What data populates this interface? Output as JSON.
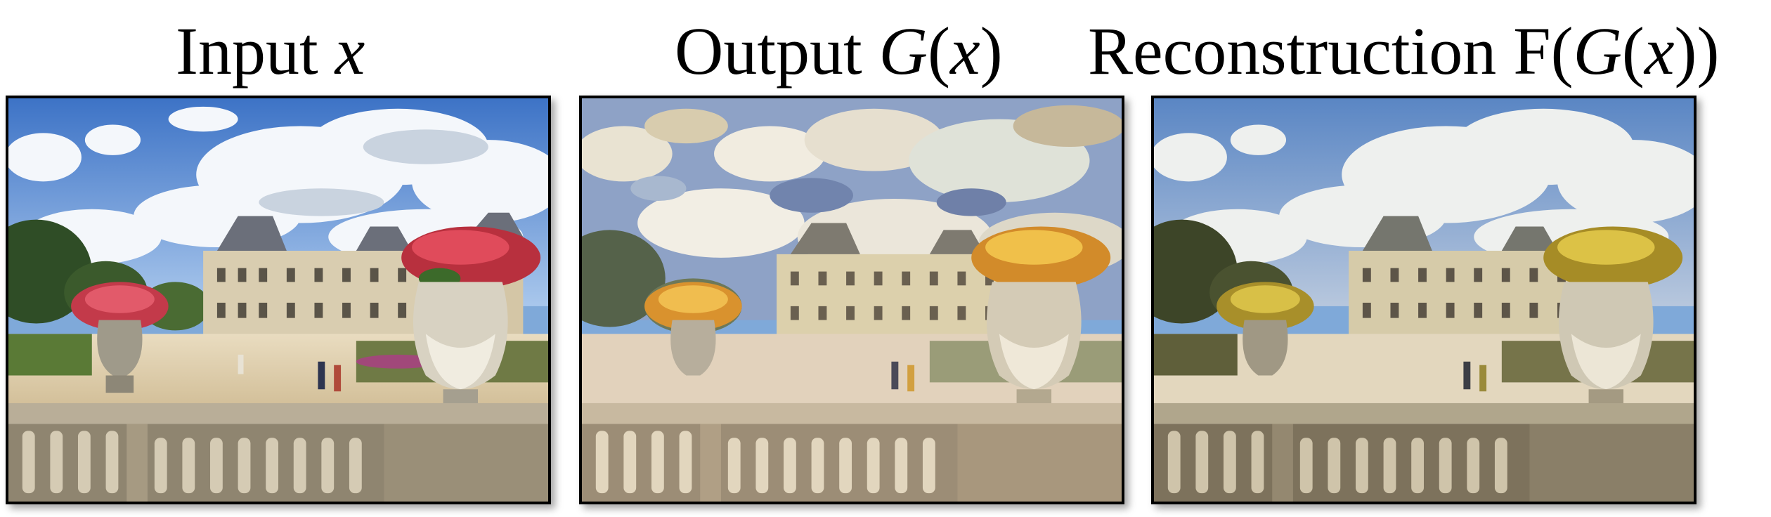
{
  "figure": {
    "panels": [
      {
        "label_prefix": "Input ",
        "label_var": "x",
        "label_suffix": ""
      },
      {
        "label_prefix": "Output ",
        "label_var": "G",
        "label_mid": "(",
        "label_var2": "x",
        "label_suffix": ")"
      },
      {
        "label_prefix": "Reconstruction F(",
        "label_var": "G",
        "label_mid": "(",
        "label_var2": "x",
        "label_suffix": "))"
      }
    ],
    "images": [
      {
        "name": "input-photo",
        "style": "photograph",
        "tone": "natural"
      },
      {
        "name": "output-painting",
        "style": "impressionist painting",
        "tone": "muted pastel"
      },
      {
        "name": "reconstruction-photo",
        "style": "photograph",
        "tone": "desaturated"
      }
    ]
  }
}
